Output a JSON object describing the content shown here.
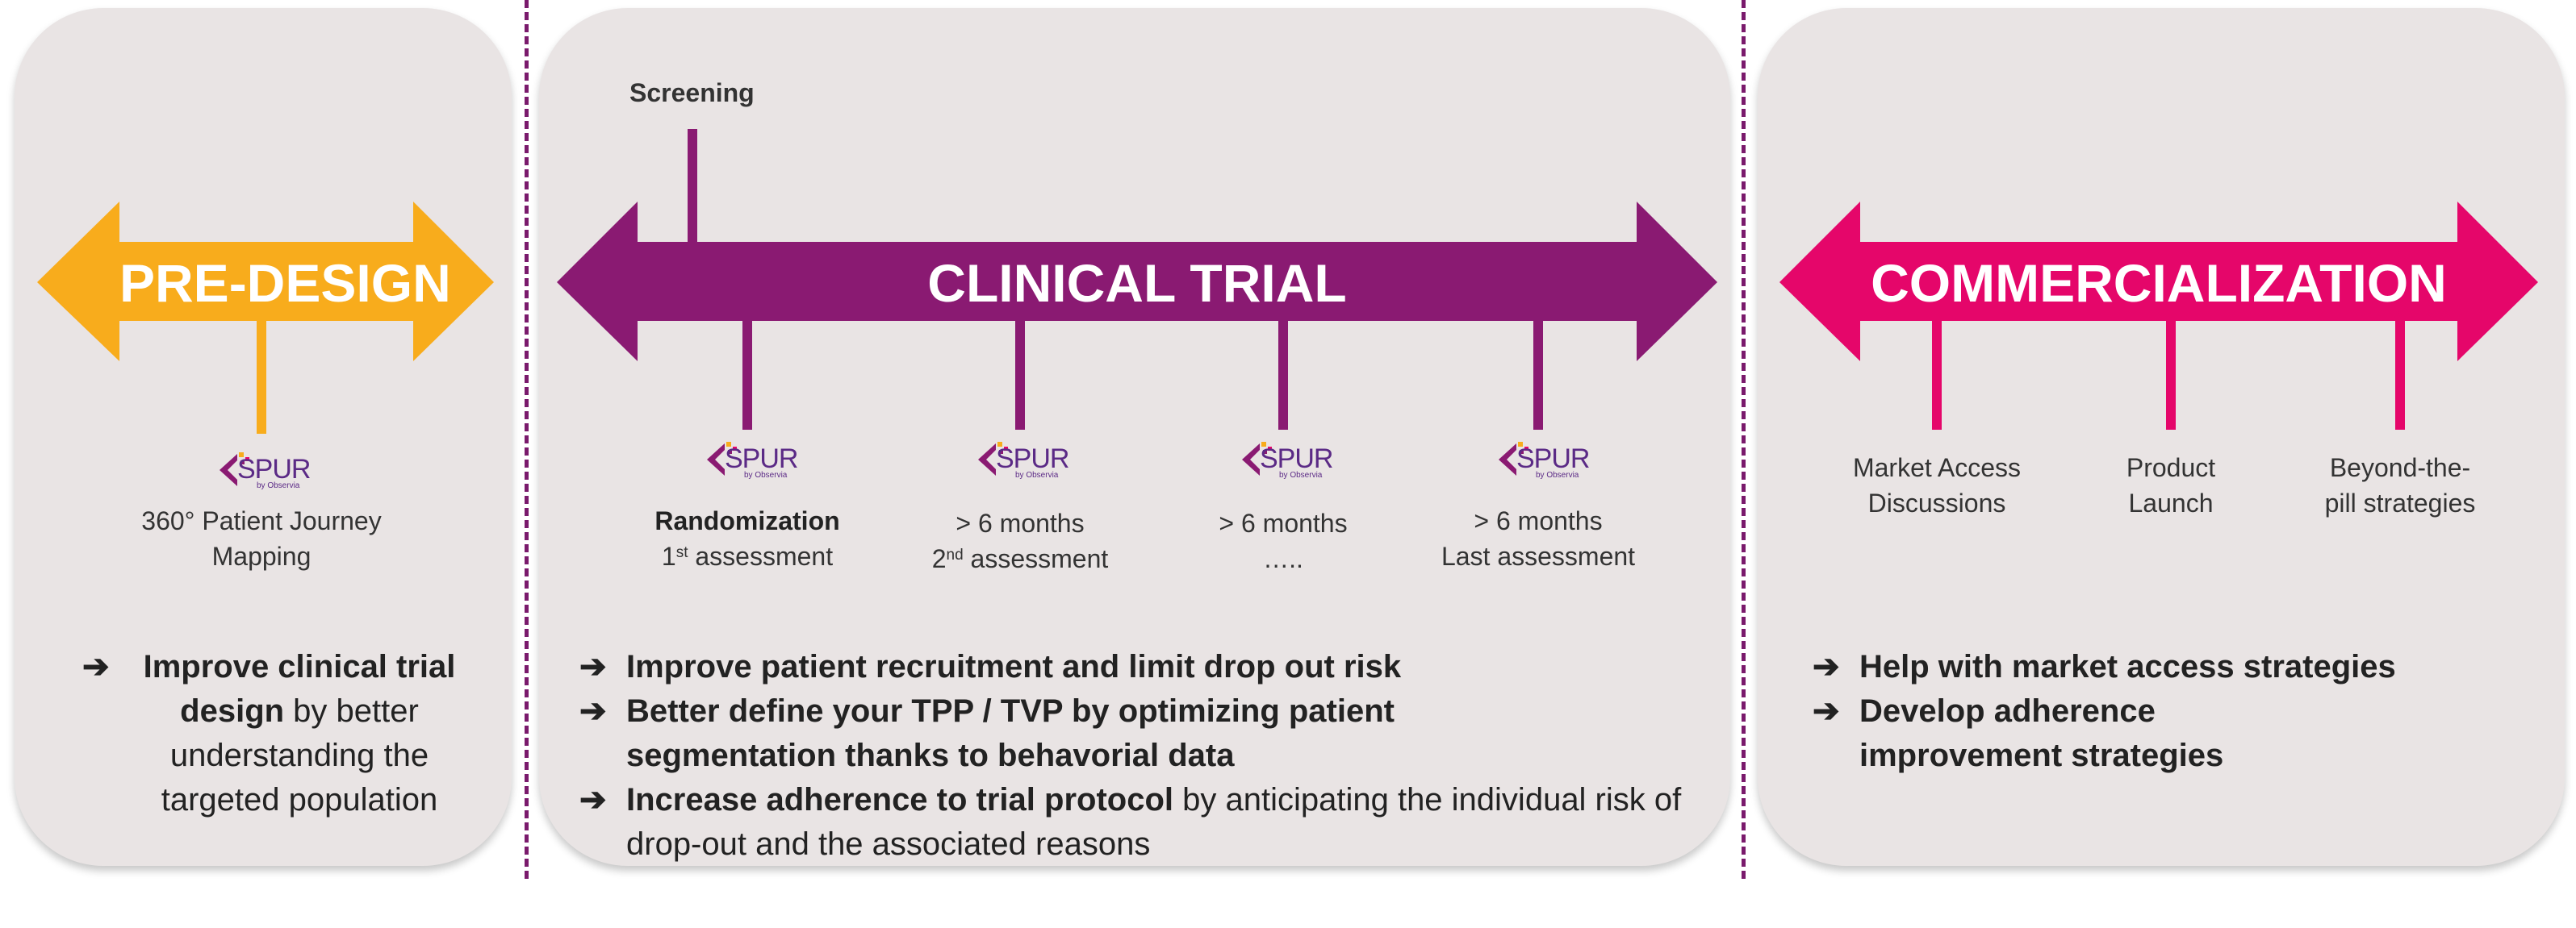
{
  "colors": {
    "predesign": "#f8ac1c",
    "clinical": "#8a1a72",
    "commercial": "#e5066a",
    "panel": "#e9e4e4",
    "divider": "#7a1a6c"
  },
  "logo": {
    "word": "SPUR",
    "sub": "by Observia"
  },
  "predesign": {
    "title": "PRE-DESIGN",
    "milestone": {
      "line1": "360° Patient Journey",
      "line2": "Mapping"
    },
    "bullet": {
      "bold": "Improve clinical trial design",
      "rest": " by better understanding the targeted population"
    }
  },
  "clinical": {
    "title": "CLINICAL TRIAL",
    "screening": "Screening",
    "milestones": [
      {
        "line1": "Randomization",
        "num": "1",
        "sup": "st",
        "line2": " assessment"
      },
      {
        "line1": "> 6 months",
        "num": "2",
        "sup": "nd",
        "line2": " assessment"
      },
      {
        "line1": "> 6 months",
        "line2": "….."
      },
      {
        "line1": "> 6 months",
        "line2": "Last assessment"
      }
    ],
    "bullets": [
      {
        "bold": "Improve patient recruitment and limit drop out risk",
        "rest": ""
      },
      {
        "bold": "Better define your TPP / TVP by optimizing patient segmentation thanks to behavorial data",
        "rest": ""
      },
      {
        "bold": "Increase adherence to trial protocol",
        "rest": " by anticipating the individual risk of drop-out and the associated reasons"
      }
    ]
  },
  "commercial": {
    "title": "COMMERCIALIZATION",
    "milestones": [
      {
        "line1": "Market Access",
        "line2": "Discussions"
      },
      {
        "line1": "Product",
        "line2": "Launch"
      },
      {
        "line1": "Beyond-the-",
        "line2": "pill strategies"
      }
    ],
    "bullets": [
      {
        "bold": "Help with market access strategies",
        "rest": ""
      },
      {
        "bold": "Develop adherence improvement strategies",
        "rest": ""
      }
    ]
  }
}
